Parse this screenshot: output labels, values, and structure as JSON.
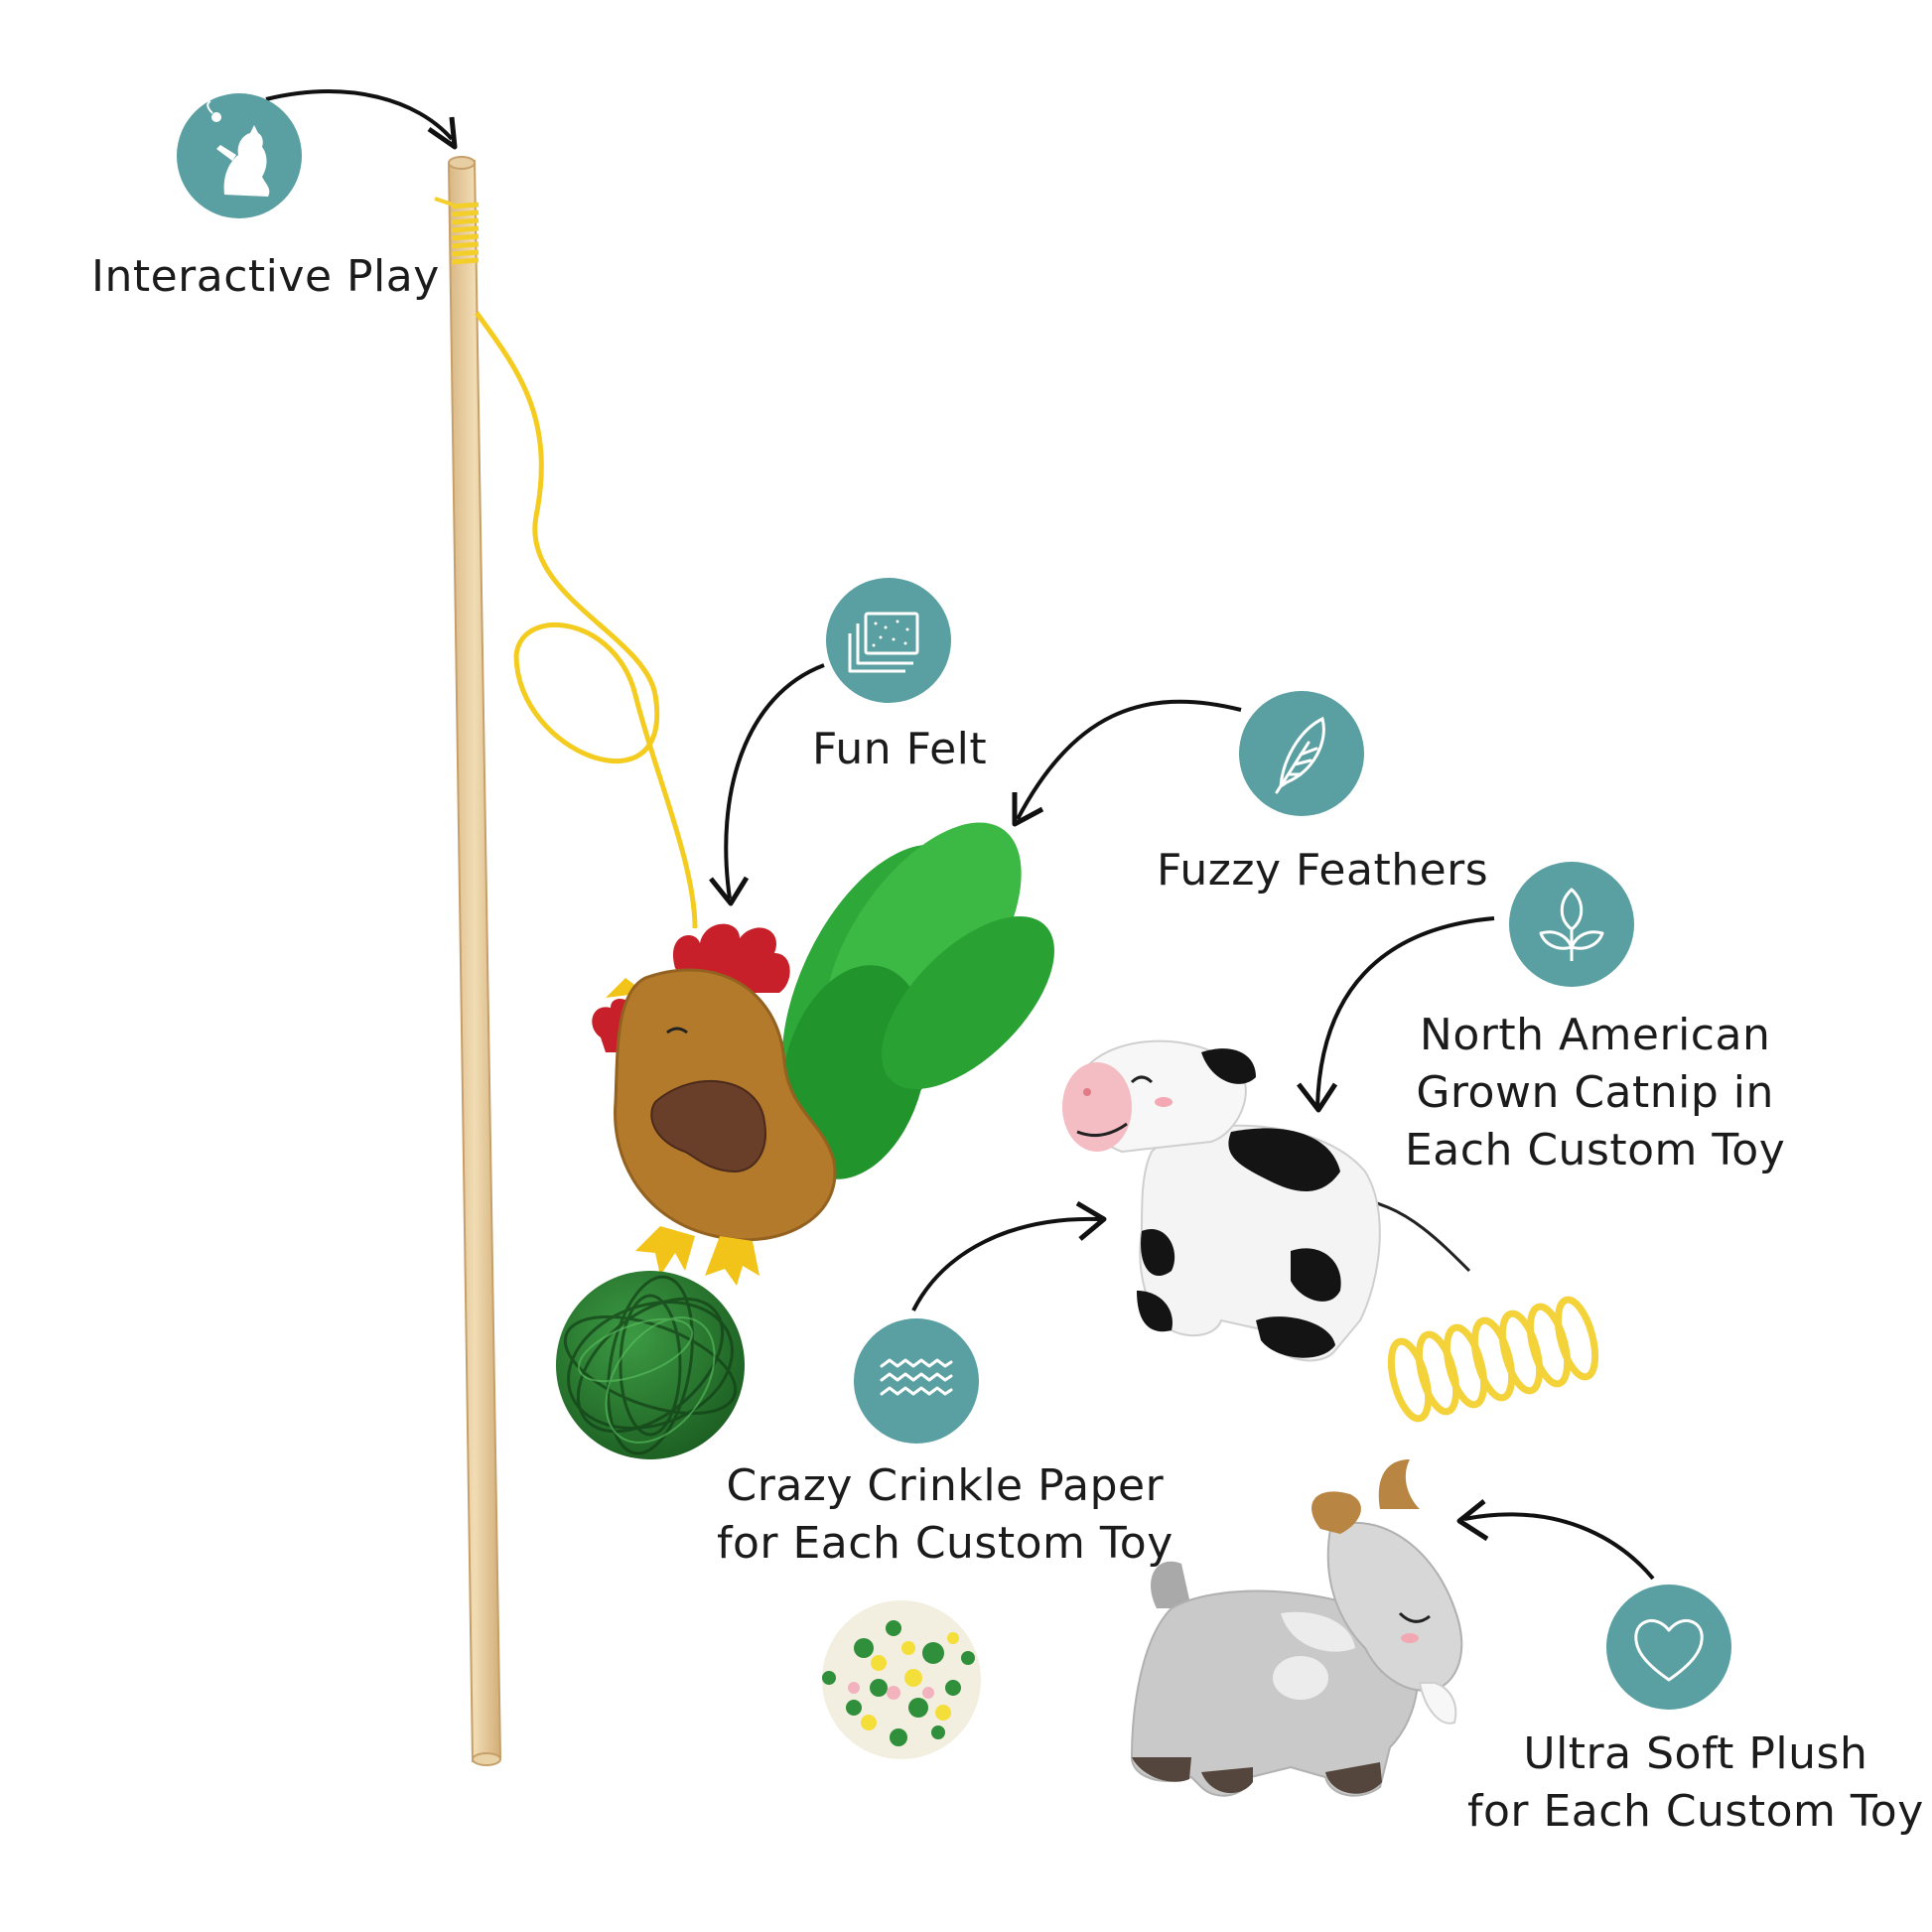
{
  "theme": {
    "badge_color": "#5a9fa1",
    "text_color": "#1b1b1b",
    "background": "#ffffff"
  },
  "callouts": {
    "interactive_play": {
      "icon": "cat-playing-icon",
      "label": "Interactive Play"
    },
    "fun_felt": {
      "icon": "felt-sheets-icon",
      "label": "Fun Felt"
    },
    "fuzzy_feathers": {
      "icon": "feather-icon",
      "label": "Fuzzy Feathers"
    },
    "catnip": {
      "icon": "sprout-leaves-icon",
      "lines": [
        "North American",
        "Grown Catnip in",
        "Each Custom Toy"
      ]
    },
    "crinkle": {
      "icon": "wavy-lines-icon",
      "lines": [
        "Crazy Crinkle Paper",
        "for Each Custom Toy"
      ]
    },
    "plush": {
      "icon": "heart-icon",
      "lines": [
        "Ultra Soft Plush",
        "for Each Custom Toy"
      ]
    }
  },
  "products": [
    "wand-toy",
    "chicken-felt-toy",
    "wicker-ball",
    "cow-plush-toy",
    "spring-toy",
    "goat-plush-toy",
    "pom-pom-ball"
  ]
}
